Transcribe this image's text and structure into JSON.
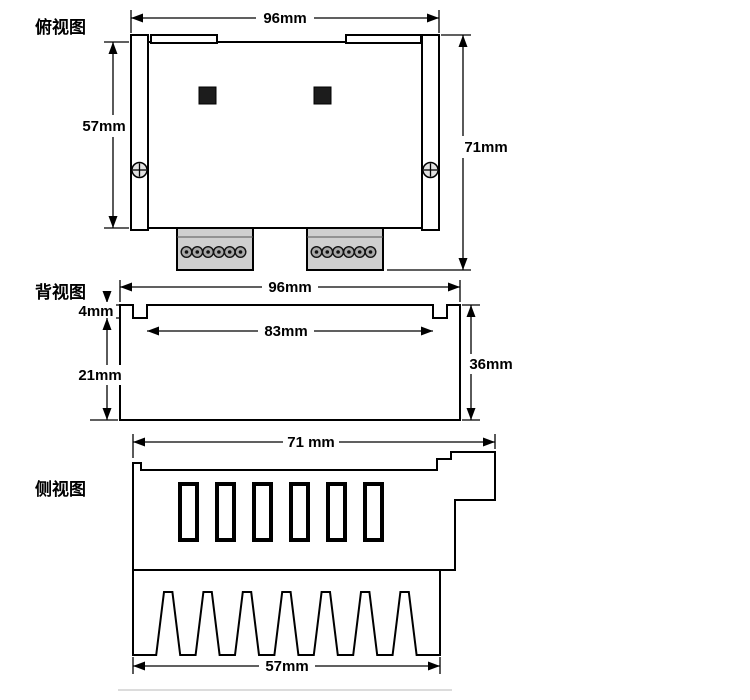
{
  "views": {
    "top": {
      "label": "俯视图",
      "dim_width": "96mm",
      "dim_body_height": "57mm",
      "dim_total_height": "71mm"
    },
    "back": {
      "label": "背视图",
      "dim_width": "96mm",
      "dim_notch_depth": "4mm",
      "dim_inner_width": "83mm",
      "dim_lower_height": "21mm",
      "dim_height": "36mm"
    },
    "side": {
      "label": "侧视图",
      "dim_top_width": "71 mm",
      "dim_bottom_width": "57mm"
    }
  }
}
